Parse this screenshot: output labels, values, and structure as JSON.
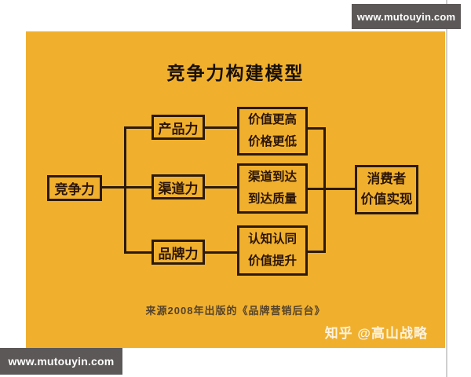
{
  "banners": {
    "top_right": "www.mutouyin.com",
    "bottom_left": "www.mutouyin.com"
  },
  "diagram": {
    "title": "竞争力构建模型",
    "root": {
      "label": "竞争力"
    },
    "branches": [
      {
        "label": "产品力",
        "outcomes": [
          "价值更高",
          "价格更低"
        ]
      },
      {
        "label": "渠道力",
        "outcomes": [
          "渠道到达",
          "到达质量"
        ]
      },
      {
        "label": "品牌力",
        "outcomes": [
          "认知认同",
          "价值提升"
        ]
      }
    ],
    "result": {
      "line1": "消费者",
      "line2": "价值实现"
    },
    "source": "来源2008年出版的《品牌营销后台》",
    "credit": "知乎 @高山战略"
  },
  "colors": {
    "poster_background": "#f0b02e",
    "line_and_border": "#2b1a0c",
    "banner_background": "#5b5857",
    "banner_text": "#ffffff"
  }
}
